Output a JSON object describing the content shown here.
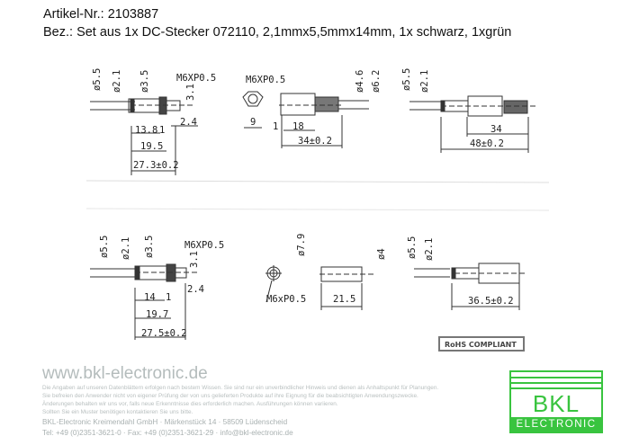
{
  "header": {
    "article_no": "Artikel-Nr.: 2103887",
    "description": "Bez.: Set aus 1x DC-Stecker 072110, 2,1mmx5,5mmx14mm, 1x schwarz, 1xgrün"
  },
  "drawings": {
    "d1": {
      "dia55": "ø5.5",
      "dia21": "ø2.1",
      "dia35": "ø3.5",
      "thread": "M6XP0.5",
      "d31": "3.1",
      "d24": "2.4",
      "d138": "13.8",
      "d1": "1",
      "d195": "19.5",
      "total": "27.3±0.2"
    },
    "d2": {
      "thread": "M6XP0.5",
      "d9": "9",
      "d1": "1",
      "d18": "18",
      "total": "34±0.2",
      "dia46": "ø4.6",
      "dia62": "ø6.2"
    },
    "d3": {
      "dia55": "ø5.5",
      "dia21": "ø2.1",
      "d34": "34",
      "total": "48±0.2"
    },
    "d4": {
      "dia55": "ø5.5",
      "dia21": "ø2.1",
      "dia35": "ø3.5",
      "thread": "M6XP0.5",
      "d31": "3.1",
      "d24": "2.4",
      "d14": "14",
      "d1": "1",
      "d197": "19.7",
      "total": "27.5±0.2"
    },
    "d5": {
      "dia79": "ø7.9",
      "dia4": "ø4",
      "thread": "M6xP0.5",
      "d215": "21.5"
    },
    "d6": {
      "dia55": "ø5.5",
      "dia21": "ø2.1",
      "total": "36.5±0.2"
    }
  },
  "rohs": "RoHS COMPLIANT",
  "footer": {
    "website": "www.bkl-electronic.de",
    "disclaimer": [
      "Die Angaben auf unseren Datenblättern erfolgen nach bestem Wissen. Sie sind nur ein unverbindlicher Hinweis und dienen als Anhaltspunkt für Planungen.",
      "Sie befreien den Anwender nicht von eigener Prüfung der von uns gelieferten Produkte auf ihre Eignung für die beabsichtigten Anwendungszwecke.",
      "Änderungen behalten wir uns vor, falls neue Erkenntnisse dies erforderlich machen. Ausführungen können variieren.",
      "Sollten Sie ein Muster benötigen kontaktieren Sie uns bitte."
    ],
    "company": "BKL-Electronic Kreimendahl GmbH · Märkenstück 14 · 58509 Lüdenscheid",
    "contact": "Tel: +49 (0)2351-3621-0 · Fax: +49 (0)2351-3621-29 · info@bkl-electronic.de"
  },
  "logo": {
    "name": "BKL",
    "sub": "ELECTRONIC",
    "color": "#39c43f"
  }
}
